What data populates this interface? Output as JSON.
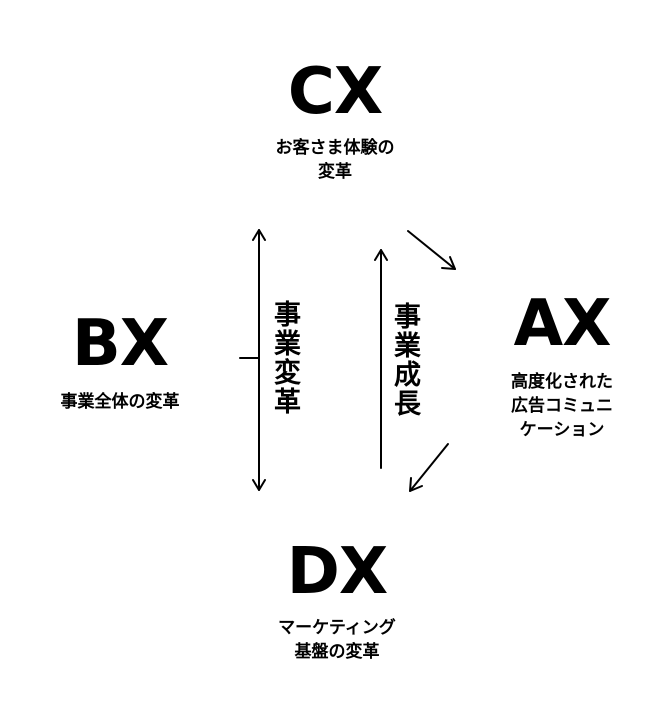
{
  "nodes": {
    "cx": {
      "title": "CX",
      "description": "お客さま体験の\n変革"
    },
    "bx": {
      "title": "BX",
      "description": "事業全体の変革"
    },
    "ax": {
      "title": "AX",
      "description": "高度化された\n広告コミュニ\nケーション"
    },
    "dx": {
      "title": "DX",
      "description": "マーケティング\n基盤の変革"
    }
  },
  "labels": {
    "business_transformation": "事業変革",
    "business_growth": "事業成長"
  },
  "colors": {
    "foreground": "#000000",
    "background": "#ffffff"
  }
}
